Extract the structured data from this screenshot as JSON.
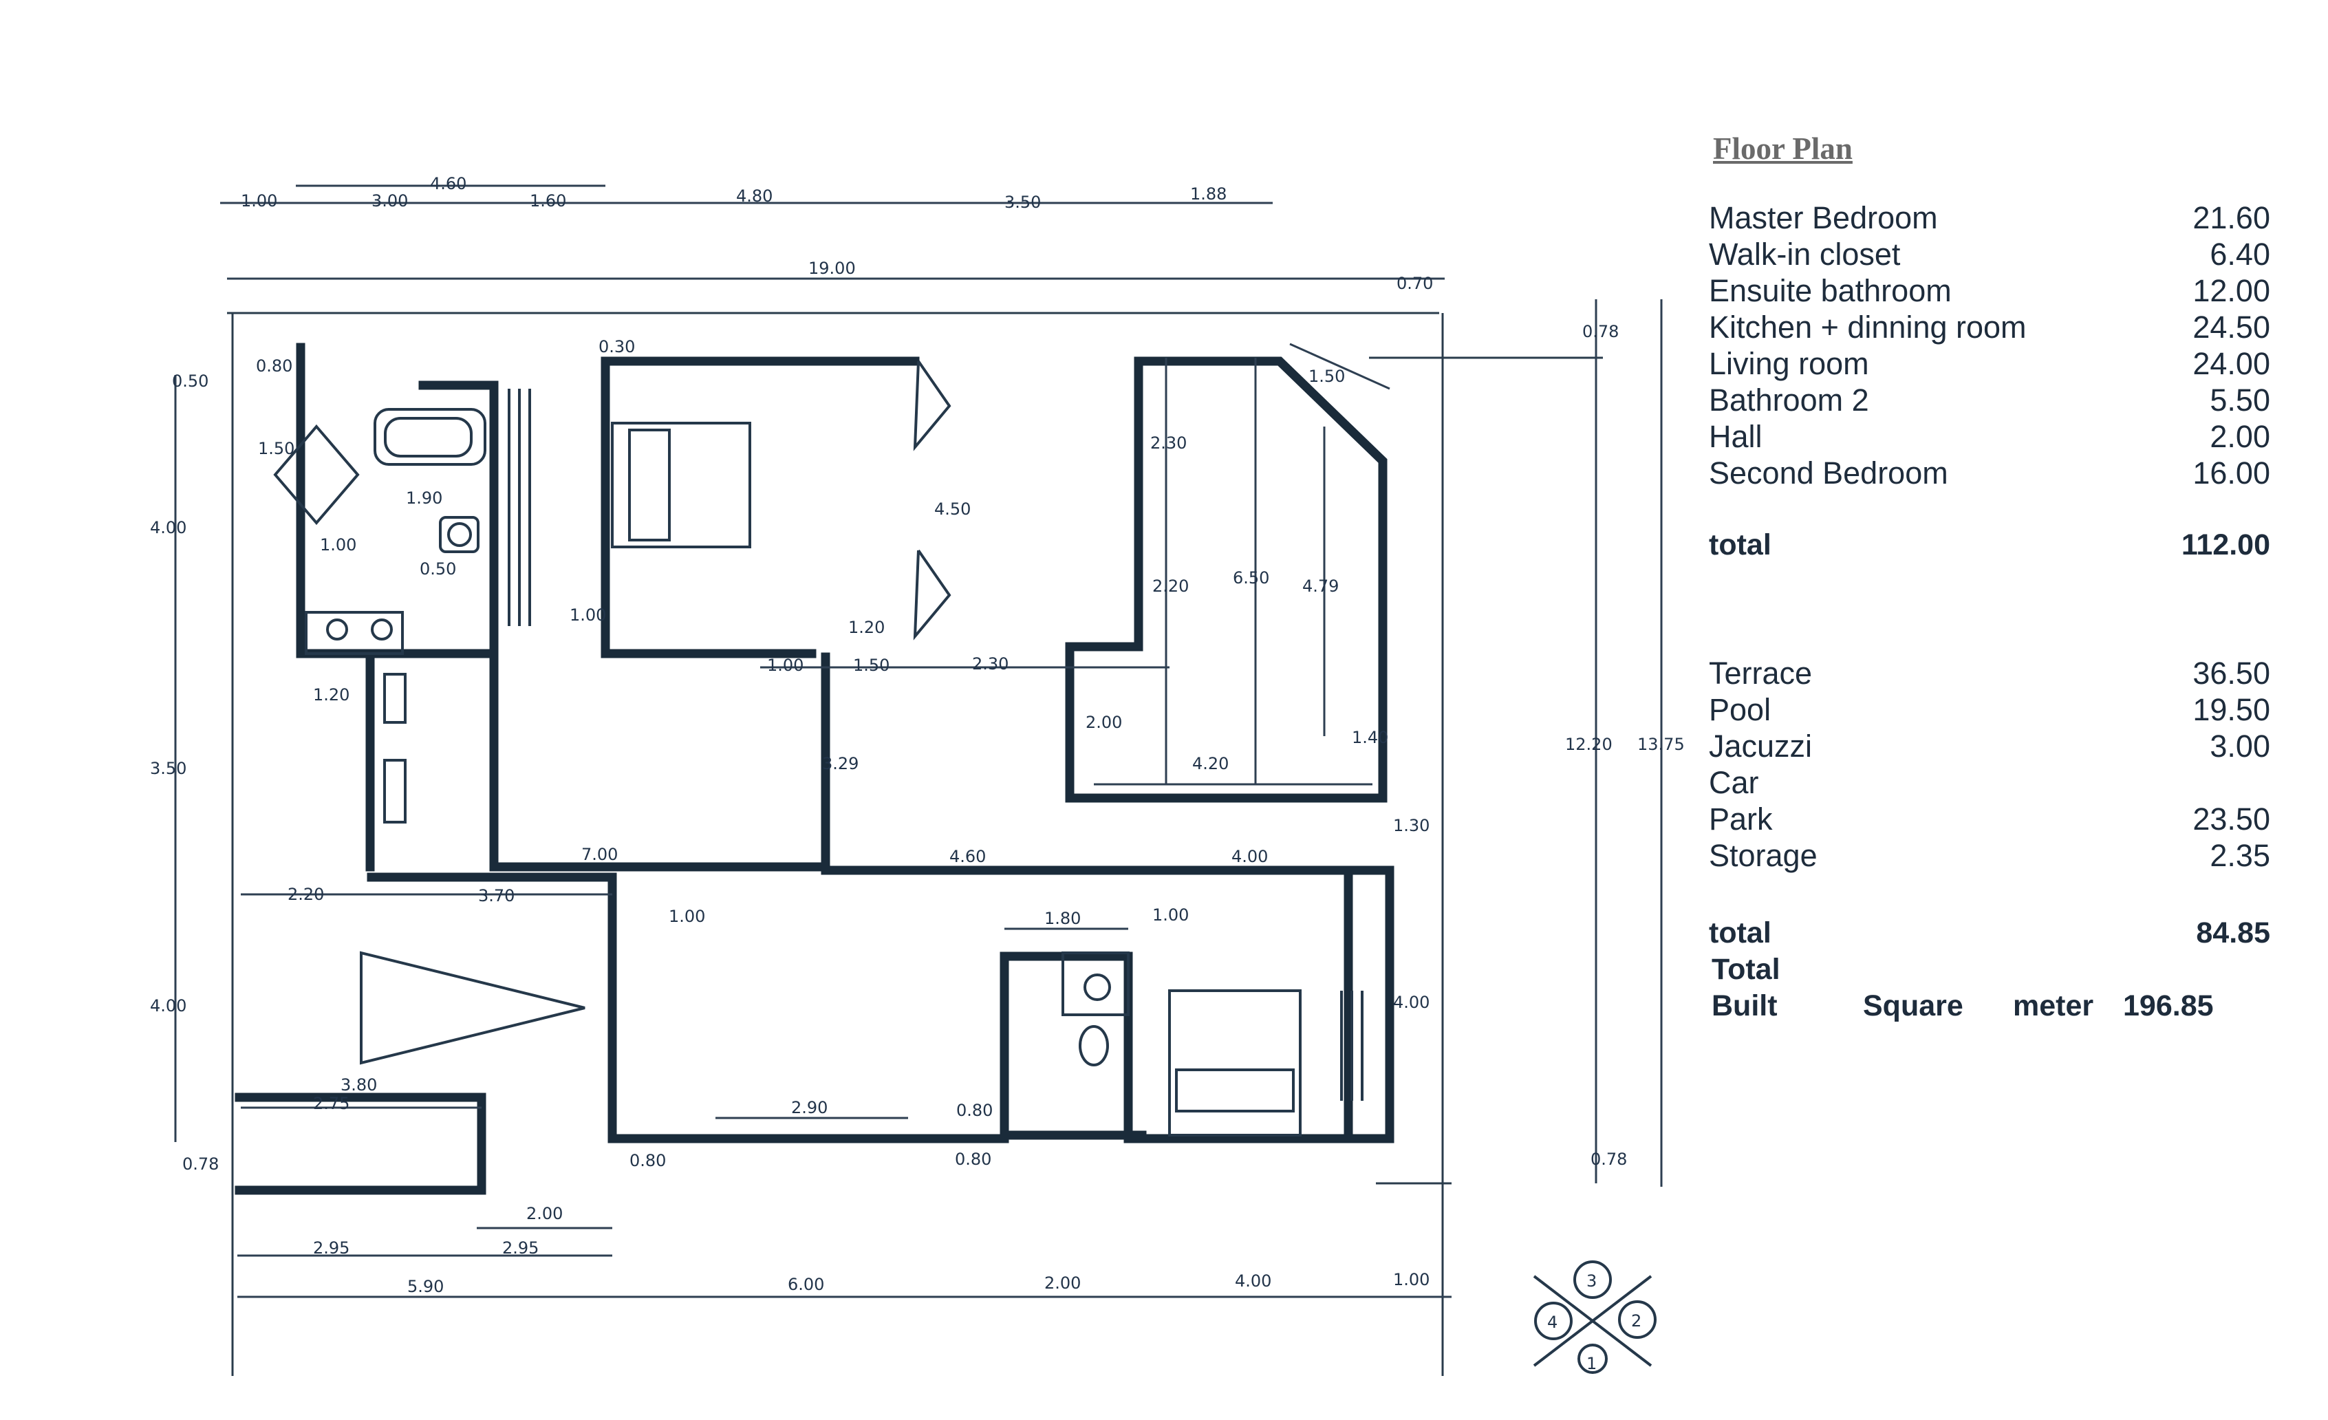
{
  "table": {
    "title": "Floor Plan",
    "rooms": [
      {
        "name": "Master Bedroom",
        "value": "21.60"
      },
      {
        "name": "Walk-in closet",
        "value": "6.40"
      },
      {
        "name": "Ensuite bathroom",
        "value": "12.00"
      },
      {
        "name": "Kitchen + dinning room",
        "value": "24.50"
      },
      {
        "name": "Living room",
        "value": "24.00"
      },
      {
        "name": "Bathroom 2",
        "value": "5.50"
      },
      {
        "name": "Hall",
        "value": "2.00"
      },
      {
        "name": "Second Bedroom",
        "value": "16.00"
      }
    ],
    "total1": {
      "label": "total",
      "value": "112.00"
    },
    "outdoor": [
      {
        "name": "Terrace",
        "value": "36.50"
      },
      {
        "name": "Pool",
        "value": "19.50"
      },
      {
        "name": "Jacuzzi",
        "value": "3.00"
      },
      {
        "name": "Car",
        "value": ""
      },
      {
        "name": "Park",
        "value": "23.50"
      },
      {
        "name": "Storage",
        "value": "2.35"
      }
    ],
    "total2": {
      "label": "total",
      "value": "84.85"
    },
    "grand": {
      "label1": "Total",
      "label2": "Built",
      "label3": "Square",
      "label4": "meter",
      "value": "196.85"
    }
  },
  "dimensions": {
    "top_row": [
      "1.00",
      "3.00",
      "1.60",
      "4.80",
      "3.50",
      "1.88",
      "4.60"
    ],
    "overall_width": "19.00",
    "right_small": "0.70",
    "left": [
      "0.50",
      "0.80",
      "1.50",
      "4.00",
      "3.50",
      "4.00",
      "0.78"
    ],
    "interior": [
      "1.90",
      "1.00",
      "0.50",
      "1.00",
      "0.30",
      "4.50",
      "1.20",
      "1.00",
      "1.50",
      "2.30",
      "1.50",
      "2.30",
      "2.20",
      "6.50",
      "4.79",
      "2.00",
      "4.20",
      "3.29",
      "1.40",
      "1.30",
      "1.20",
      "7.00",
      "2.20",
      "3.70",
      "4.60",
      "4.00",
      "1.00",
      "1.80",
      "1.00",
      "4.00",
      "3.80",
      "2.75",
      "2.90",
      "0.80",
      "0.80",
      "0.80"
    ],
    "bottom": [
      "2.00",
      "2.95",
      "2.95",
      "5.90",
      "6.00",
      "2.00",
      "4.00",
      "1.00"
    ],
    "right": [
      "0.78",
      "12.20",
      "13.75",
      "0.78"
    ]
  },
  "compass": {
    "n1": "3",
    "n2": "2",
    "n3": "1",
    "n4": "4"
  }
}
